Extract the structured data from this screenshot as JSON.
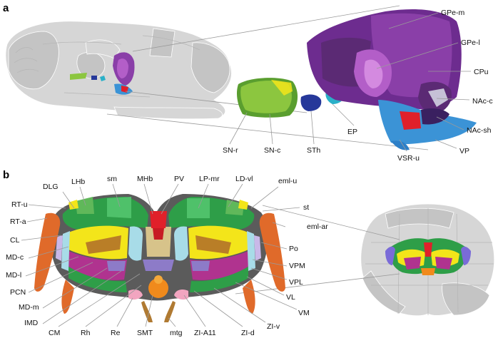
{
  "panels": {
    "a": {
      "letter": "a",
      "labels": [
        {
          "id": "gpe-m",
          "text": "GPe-m"
        },
        {
          "id": "gpe-l",
          "text": "GPe-l"
        },
        {
          "id": "cpu",
          "text": "CPu"
        },
        {
          "id": "nac-c",
          "text": "NAc-c"
        },
        {
          "id": "nac-sh",
          "text": "NAc-sh"
        },
        {
          "id": "vp",
          "text": "VP"
        },
        {
          "id": "vsr-u",
          "text": "VSR-u"
        },
        {
          "id": "ep",
          "text": "EP"
        },
        {
          "id": "sth",
          "text": "STh"
        },
        {
          "id": "sn-c",
          "text": "SN-c"
        },
        {
          "id": "sn-r",
          "text": "SN-r"
        }
      ]
    },
    "b": {
      "letter": "b",
      "labels": [
        {
          "id": "dlg",
          "text": "DLG"
        },
        {
          "id": "lhb",
          "text": "LHb"
        },
        {
          "id": "sm",
          "text": "sm"
        },
        {
          "id": "mhb",
          "text": "MHb"
        },
        {
          "id": "pv",
          "text": "PV"
        },
        {
          "id": "lp-mr",
          "text": "LP-mr"
        },
        {
          "id": "ld-vl",
          "text": "LD-vl"
        },
        {
          "id": "eml-u",
          "text": "eml-u"
        },
        {
          "id": "rt-u",
          "text": "RT-u"
        },
        {
          "id": "rt-a",
          "text": "RT-a"
        },
        {
          "id": "cl",
          "text": "CL"
        },
        {
          "id": "md-c",
          "text": "MD-c"
        },
        {
          "id": "md-l",
          "text": "MD-l"
        },
        {
          "id": "pcn",
          "text": "PCN"
        },
        {
          "id": "md-m",
          "text": "MD-m"
        },
        {
          "id": "imd",
          "text": "IMD"
        },
        {
          "id": "cm",
          "text": "CM"
        },
        {
          "id": "rh",
          "text": "Rh"
        },
        {
          "id": "re",
          "text": "Re"
        },
        {
          "id": "smt",
          "text": "SMT"
        },
        {
          "id": "mtg",
          "text": "mtg"
        },
        {
          "id": "zi-a11",
          "text": "ZI-A11"
        },
        {
          "id": "zi-d",
          "text": "ZI-d"
        },
        {
          "id": "zi-v",
          "text": "ZI-v"
        },
        {
          "id": "vm",
          "text": "VM"
        },
        {
          "id": "vl",
          "text": "VL"
        },
        {
          "id": "vpl",
          "text": "VPL"
        },
        {
          "id": "vpm",
          "text": "VPM"
        },
        {
          "id": "po",
          "text": "Po"
        },
        {
          "id": "eml-ar",
          "text": "eml-ar"
        },
        {
          "id": "st",
          "text": "st"
        }
      ]
    }
  },
  "colors": {
    "gpe_m": "#6d2c8f",
    "gpe_l": "#8a3fa8",
    "cpu": "#7b3a9e",
    "nac_c": "#5b2a74",
    "nac_sh": "#3a2060",
    "vp": "#2d7fc7",
    "vsr_u": "#3b93d6",
    "ep": "#2ab0c8",
    "sth": "#26389a",
    "sn_c": "#8cc63f",
    "sn_r": "#5a9e2f",
    "red": "#e0202a",
    "yellow": "#f3e51a",
    "green": "#2e9e48",
    "magenta": "#b0338f",
    "orange": "#f08a1c",
    "light_blue": "#a8dce8",
    "pink": "#f2a5c0",
    "brown": "#b07a32"
  }
}
